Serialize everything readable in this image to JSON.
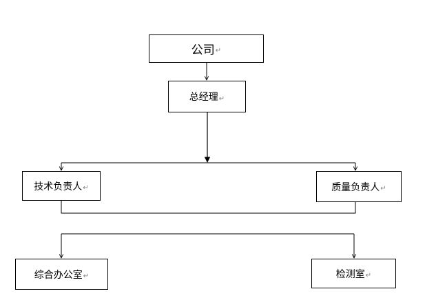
{
  "diagram": {
    "nodes": {
      "company": "公司",
      "general_manager": "总经理",
      "tech_lead": "技术负责人",
      "quality_lead": "质量负责人",
      "office": "综合办公室",
      "lab": "检测室"
    },
    "paragraph_mark": "↵",
    "edges": [
      {
        "from": "公司",
        "to": "总经理"
      },
      {
        "from": "总经理",
        "to": "技术负责人"
      },
      {
        "from": "总经理",
        "to": "质量负责人"
      },
      {
        "from": "技术负责人",
        "to": "综合办公室"
      },
      {
        "from": "质量负责人",
        "to": "检测室"
      }
    ],
    "colors": {
      "line": "#000000",
      "para_mark": "#7f7f7f",
      "background": "#ffffff"
    }
  }
}
